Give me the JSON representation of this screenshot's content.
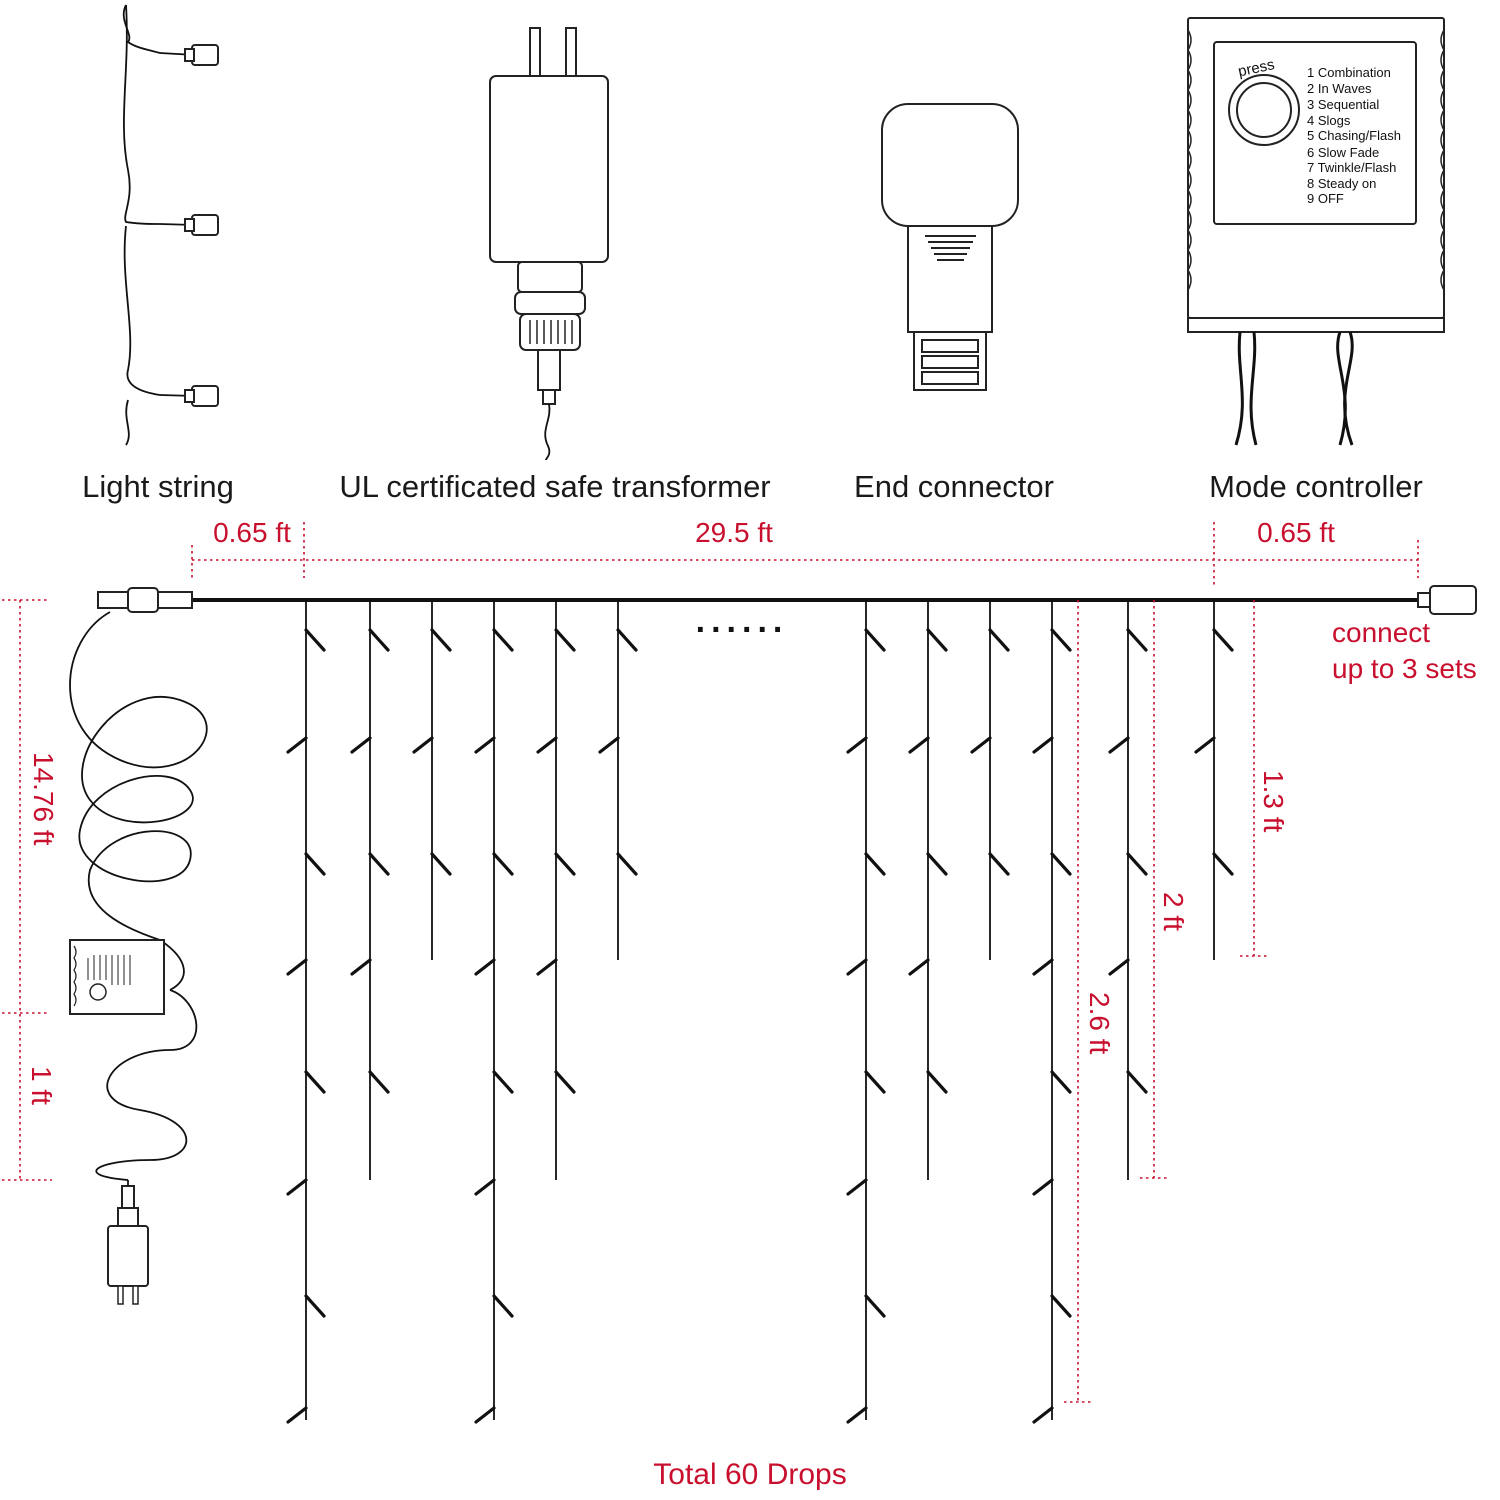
{
  "components": {
    "light_string": "Light string",
    "transformer": "UL certificated safe transformer",
    "end_connector": "End connector",
    "mode_controller": "Mode controller"
  },
  "controller": {
    "button_label": "press",
    "modes": [
      "1 Combination",
      "2 In Waves",
      "3 Sequential",
      "4 Slogs",
      "5 Chasing/Flash",
      "6 Slow Fade",
      "7 Twinkle/Flash",
      "8 Steady on",
      "9 OFF"
    ]
  },
  "dimensions": {
    "lead_left": "0.65 ft",
    "main_length": "29.5 ft",
    "lead_right": "0.65 ft",
    "cord_length": "14.76 ft",
    "cord_lower": "1 ft",
    "drop_short": "1.3 ft",
    "drop_mid": "2 ft",
    "drop_long": "2.6 ft"
  },
  "notes": {
    "connect_line1": "connect",
    "connect_line2": "up to 3 sets",
    "ellipsis": "......",
    "total": "Total 60 Drops"
  },
  "colors": {
    "accent": "#c8102e",
    "line": "#111111"
  },
  "icons": [
    "light-string-icon",
    "transformer-icon",
    "end-connector-icon",
    "mode-controller-icon",
    "plug-icon"
  ]
}
